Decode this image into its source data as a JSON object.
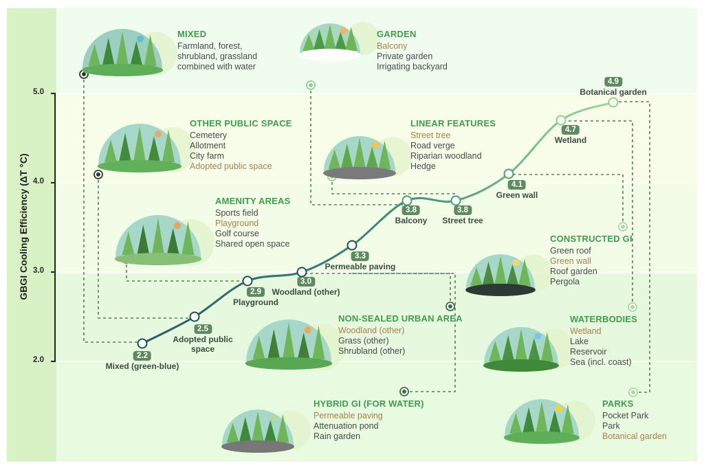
{
  "chart_data": {
    "type": "line",
    "title": "",
    "xlabel": "",
    "ylabel": "GBGI Cooling Efficiency (ΔT °C)",
    "ylim": [
      2.0,
      5.0
    ],
    "yticks": [
      "2.0",
      "3.0",
      "4.0",
      "5.0"
    ],
    "grid": false,
    "points": [
      {
        "label": "Mixed (green-blue)",
        "value": 2.2,
        "value_text": "2.2",
        "category": "MIXED"
      },
      {
        "label": "Adopted public space",
        "value": 2.5,
        "value_text": "2.5",
        "category": "OTHER PUBLIC SPACE"
      },
      {
        "label": "Playground",
        "value": 2.9,
        "value_text": "2.9",
        "category": "AMENITY AREAS"
      },
      {
        "label": "Woodland (other)",
        "value": 3.0,
        "value_text": "3.0",
        "category": "NON-SEALED URBAN AREA"
      },
      {
        "label": "Permeable paving",
        "value": 3.3,
        "value_text": "3.3",
        "category": "HYBRID GI (FOR WATER)"
      },
      {
        "label": "Balcony",
        "value": 3.8,
        "value_text": "3.8",
        "category": "GARDEN"
      },
      {
        "label": "Street tree",
        "value": 3.8,
        "value_text": "3.8",
        "category": "LINEAR FEATURES"
      },
      {
        "label": "Green wall",
        "value": 4.1,
        "value_text": "4.1",
        "category": "CONSTRUCTED GI"
      },
      {
        "label": "Wetland",
        "value": 4.7,
        "value_text": "4.7",
        "category": "WATERBODIES"
      },
      {
        "label": "Botanical garden",
        "value": 4.9,
        "value_text": "4.9",
        "category": "PARKS"
      }
    ],
    "line_gradient": [
      "#1f5a6e",
      "#3f8c7c",
      "#8fd08f"
    ]
  },
  "categories": [
    {
      "key": "mixed",
      "title": "MIXED",
      "items": [
        {
          "text": "Farmland, forest,",
          "hl": false
        },
        {
          "text": "shrubland, grassland",
          "hl": false
        },
        {
          "text": "combined with water",
          "hl": false
        }
      ]
    },
    {
      "key": "garden",
      "title": "GARDEN",
      "items": [
        {
          "text": "Balcony",
          "hl": true
        },
        {
          "text": "Private garden",
          "hl": false
        },
        {
          "text": "Irrigating backyard",
          "hl": false
        }
      ]
    },
    {
      "key": "other-public-space",
      "title": "OTHER PUBLIC SPACE",
      "items": [
        {
          "text": "Cemetery",
          "hl": false
        },
        {
          "text": "Allotment",
          "hl": false
        },
        {
          "text": "City farm",
          "hl": false
        },
        {
          "text": "Adopted public space",
          "hl": true
        }
      ]
    },
    {
      "key": "linear-features",
      "title": "LINEAR FEATURES",
      "items": [
        {
          "text": "Street tree",
          "hl": true
        },
        {
          "text": "Road verge",
          "hl": false
        },
        {
          "text": "Riparian woodland",
          "hl": false
        },
        {
          "text": "Hedge",
          "hl": false
        }
      ]
    },
    {
      "key": "amenity-areas",
      "title": "AMENITY AREAS",
      "items": [
        {
          "text": "Sports field",
          "hl": false
        },
        {
          "text": "Playground",
          "hl": true
        },
        {
          "text": "Golf course",
          "hl": false
        },
        {
          "text": "Shared open space",
          "hl": false
        }
      ]
    },
    {
      "key": "constructed-gi",
      "title": "CONSTRUCTED GI",
      "items": [
        {
          "text": "Green roof",
          "hl": false
        },
        {
          "text": "Green wall",
          "hl": true
        },
        {
          "text": "Roof garden",
          "hl": false
        },
        {
          "text": "Pergola",
          "hl": false
        }
      ]
    },
    {
      "key": "non-sealed-urban-area",
      "title": "NON-SEALED URBAN AREA",
      "items": [
        {
          "text": "Woodland (other)",
          "hl": true
        },
        {
          "text": "Grass (other)",
          "hl": false
        },
        {
          "text": "Shrubland (other)",
          "hl": false
        }
      ]
    },
    {
      "key": "waterbodies",
      "title": "WATERBODIES",
      "items": [
        {
          "text": "Wetland",
          "hl": true
        },
        {
          "text": "Lake",
          "hl": false
        },
        {
          "text": "Reservoir",
          "hl": false
        },
        {
          "text": "Sea (incl. coast)",
          "hl": false
        }
      ]
    },
    {
      "key": "hybrid-gi",
      "title": "HYBRID GI (FOR WATER)",
      "items": [
        {
          "text": "Permeable paving",
          "hl": true
        },
        {
          "text": "Attenuation pond",
          "hl": false
        },
        {
          "text": "Rain garden",
          "hl": false
        }
      ]
    },
    {
      "key": "parks",
      "title": "PARKS",
      "items": [
        {
          "text": "Pocket Park",
          "hl": false
        },
        {
          "text": "Park",
          "hl": false
        },
        {
          "text": "Botanical garden",
          "hl": true
        }
      ]
    }
  ],
  "colors": {
    "title_green": "#3f9c4f",
    "highlight_brown": "#a8804e",
    "badge_green": "#5f8a5f",
    "axis_band": "#d6f0c4"
  }
}
